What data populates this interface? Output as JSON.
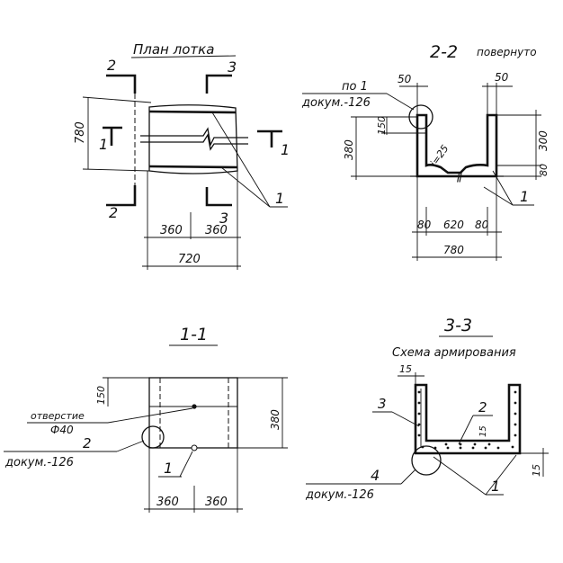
{
  "plan": {
    "title": "План лотка",
    "section_2": "2",
    "section_3": "3",
    "section_1": "1",
    "dim_height": "780",
    "dim_left": "360",
    "dim_right": "360",
    "dim_total": "720",
    "callout": "1"
  },
  "s22": {
    "title": "2-2",
    "subtitle": "повернуто",
    "ref_top": "по 1",
    "ref_doc": "докум.-126",
    "d50_left": "50",
    "d50_right": "50",
    "d150": "150",
    "d380": "380",
    "d300": "300",
    "d80_right": "80",
    "slope": "i=25",
    "d80_a": "80",
    "d620": "620",
    "d80_b": "80",
    "d780": "780",
    "callout": "1"
  },
  "s11": {
    "title": "1-1",
    "hole_label": "отверстие",
    "hole_dia": "Ф40",
    "ref_num": "2",
    "ref_doc": "докум.-126",
    "d150": "150",
    "d380": "380",
    "callout": "1",
    "d360_left": "360",
    "d360_right": "360"
  },
  "s33": {
    "title": "3-3",
    "subtitle": "Схема армирования",
    "d15_top": "15",
    "label_3": "3",
    "label_2": "2",
    "d15_inner": "15",
    "ref_num": "4",
    "ref_doc": "докум.-126",
    "callout": "1",
    "d15_right": "15"
  }
}
